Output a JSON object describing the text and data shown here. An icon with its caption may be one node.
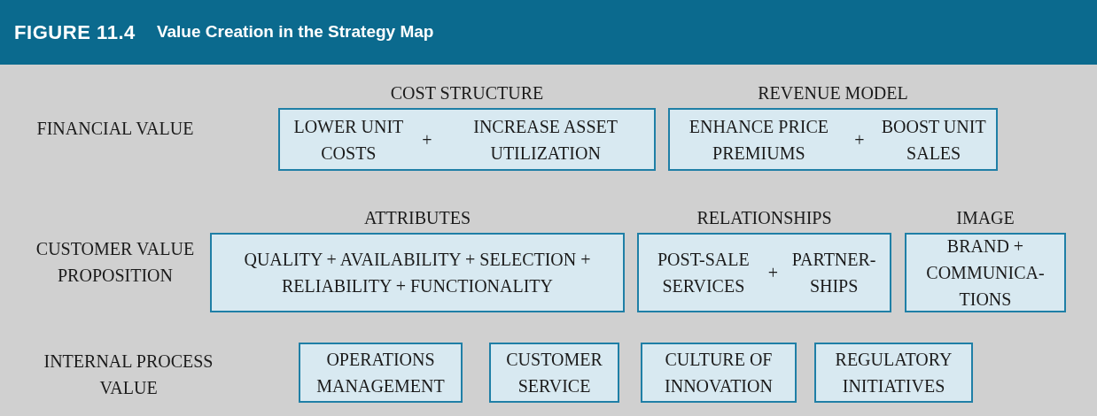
{
  "diagram": {
    "title": "Value Creation in the Strategy Map",
    "nodes": [
      {
        "text": [
          "COST STRUCTURE",
          "LOWER UNIT COSTS",
          "+",
          "INCREASE ASSET UTILIZATION"
        ]
      },
      {
        "text": [
          "REVENUE MODEL",
          "ENHANCE PRICE PREMIUMS",
          "+",
          "BOOST UNIT SALES"
        ]
      },
      {
        "text": [
          "ATTRIBUTES",
          "QUALITY + AVAILABILITY + SELECTION + RELIABILITY + FUNCTIONALITY"
        ]
      },
      {
        "text": [
          "RELATIONSHIPS",
          "POST-SALE SERVICES",
          "+",
          "PARTNER-SHIPS"
        ]
      },
      {
        "text": [
          "IMAGE",
          "BRAND + COMMUNICA-TIONS"
        ]
      },
      {
        "text": [
          "OPERATIONS MANAGEMENT"
        ]
      },
      {
        "text": [
          "CUSTOMER SERVICE"
        ]
      },
      {
        "text": [
          "CULTURE OF INNOVATION"
        ]
      },
      {
        "text": [
          "REGULATORY INITIATIVES"
        ]
      }
    ],
    "labels": [
      "FIGURE 11.4",
      "FINANCIAL VALUE",
      "CUSTOMER VALUE PROPOSITION",
      "INTERNAL PROCESS VALUE"
    ]
  }
}
